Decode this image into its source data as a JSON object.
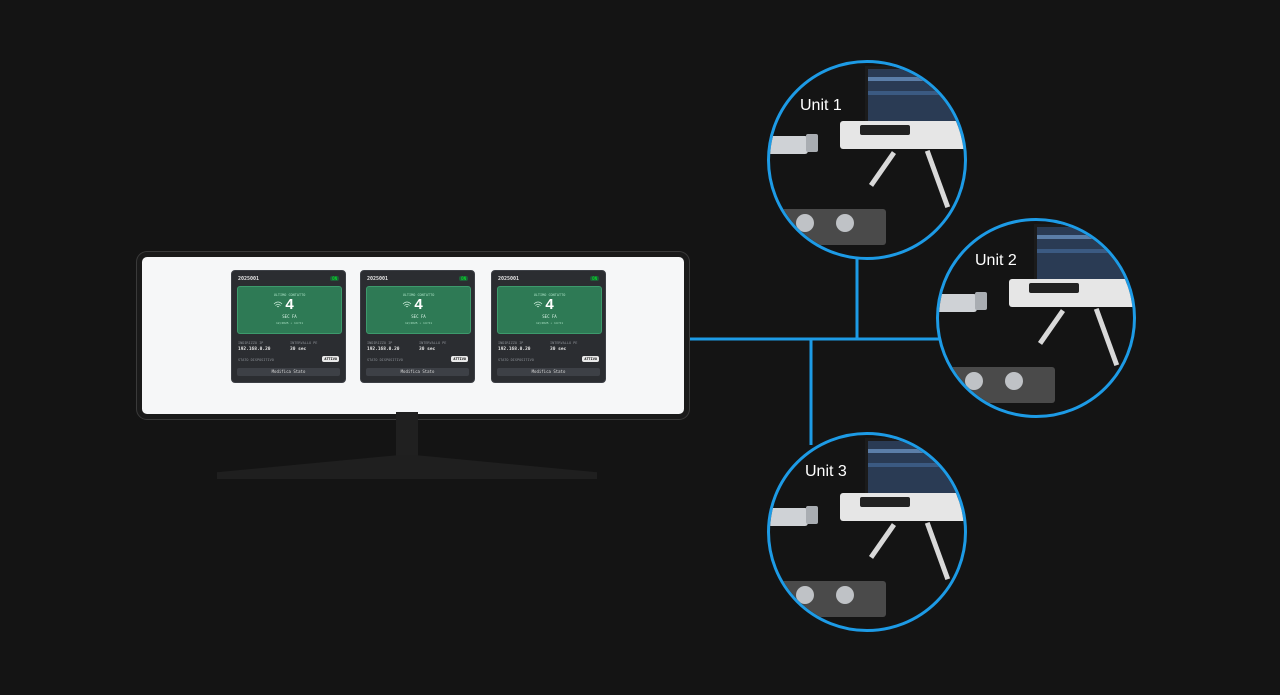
{
  "colors": {
    "background": "#141414",
    "connector": "#1d9be6",
    "card_panel": "#2e7a55",
    "card_bg": "#2b2d31"
  },
  "monitor": {
    "cards": [
      {
        "id": "2025001",
        "badge": "ON",
        "panel_label": "ULTIMO CONTATTO",
        "panel_value": "4",
        "panel_unit": "SEC FA",
        "panel_sub": "12/2025 • 14:51",
        "k1": "INDIRIZZO IP",
        "v1": "192.168.0.20",
        "k2": "INTERVALLO PE",
        "v2": "30 sec",
        "k3": "STATO DISPOSITIVO",
        "status": "ATTIVO",
        "button": "Modifica Stato",
        "icon": "wifi-icon"
      },
      {
        "id": "2025001",
        "badge": "ON",
        "panel_label": "ULTIMO CONTATTO",
        "panel_value": "4",
        "panel_unit": "SEC FA",
        "panel_sub": "12/2025 • 14:51",
        "k1": "INDIRIZZO IP",
        "v1": "192.168.0.20",
        "k2": "INTERVALLO PE",
        "v2": "30 sec",
        "k3": "STATO DISPOSITIVO",
        "status": "ATTIVO",
        "button": "Modifica Stato",
        "icon": "wifi-icon"
      },
      {
        "id": "2025001",
        "badge": "ON",
        "panel_label": "ULTIMO CONTATTO",
        "panel_value": "4",
        "panel_unit": "SEC FA",
        "panel_sub": "12/2025 • 14:51",
        "k1": "INDIRIZZO IP",
        "v1": "192.168.0.20",
        "k2": "INTERVALLO PE",
        "v2": "30 sec",
        "k3": "STATO DISPOSITIVO",
        "status": "ATTIVO",
        "button": "Modifica Stato",
        "icon": "wifi-icon"
      }
    ]
  },
  "units": [
    {
      "label": "Unit 1"
    },
    {
      "label": "Unit 2"
    },
    {
      "label": "Unit 3"
    }
  ]
}
